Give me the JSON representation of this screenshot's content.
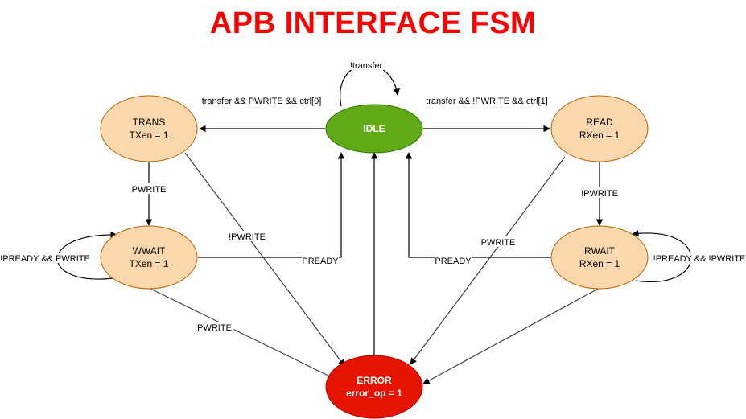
{
  "title": "APB INTERFACE FSM",
  "colors": {
    "title": "#ff0000",
    "state_fill": "#fad7ac",
    "state_stroke": "#b46504",
    "idle_fill": "#60a917",
    "idle_stroke": "#2d7600",
    "error_fill": "#e51400",
    "error_stroke": "#b20000"
  },
  "states": {
    "idle": {
      "line1": "IDLE"
    },
    "trans": {
      "line1": "TRANS",
      "line2": "TXen = 1"
    },
    "read": {
      "line1": "READ",
      "line2": "RXen = 1"
    },
    "wwait": {
      "line1": "WWAIT",
      "line2": "TXen = 1"
    },
    "rwait": {
      "line1": "RWAIT",
      "line2": "RXen = 1"
    },
    "error": {
      "line1": "ERROR",
      "line2": "error_op = 1"
    }
  },
  "transitions": {
    "idle_self": "!transfer",
    "idle_to_trans": "transfer && PWRITE && ctrl[0]",
    "idle_to_read": "transfer && !PWRITE && ctrl[1]",
    "trans_to_wwait": "PWRITE",
    "read_to_rwait": "!PWRITE",
    "trans_to_error": "!PWRITE",
    "read_to_error": "PWRITE",
    "wwait_self": "!PREADY && PWRITE",
    "rwait_self": "!PREADY && !PWRITE",
    "wwait_to_idle": "PREADY",
    "rwait_to_idle": "PREADY",
    "wwait_to_error": "!PWRITE"
  }
}
